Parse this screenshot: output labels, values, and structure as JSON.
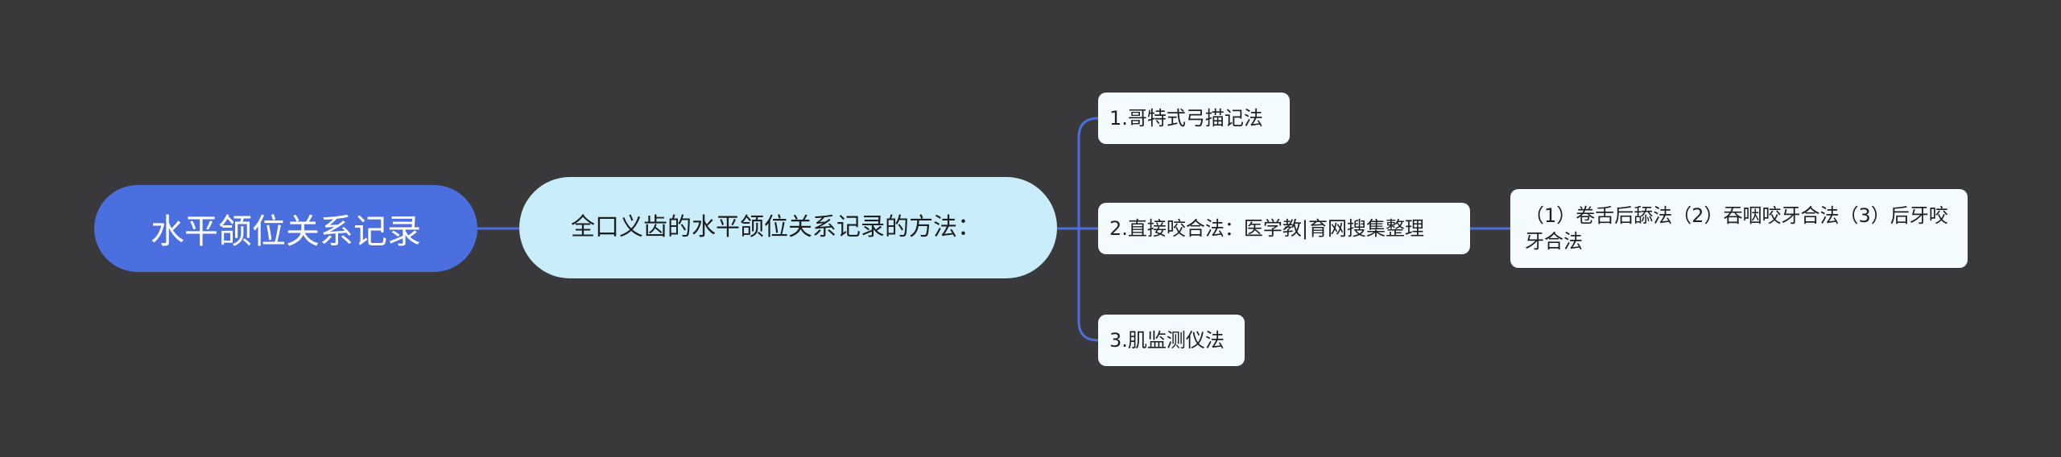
{
  "mindmap": {
    "root": {
      "label": "水平颌位关系记录"
    },
    "main": {
      "label": "全口义齿的水平颌位关系记录的方法："
    },
    "branches": [
      {
        "label": "1.哥特式弓描记法"
      },
      {
        "label": "2.直接咬合法：医学教|育网搜集整理"
      },
      {
        "label": "3.肌监测仪法"
      }
    ],
    "sub": {
      "label": "（1）卷舌后舔法（2）吞咽咬牙合法（3）后牙咬牙合法"
    }
  },
  "colors": {
    "background": "#39383a",
    "root_fill": "#4c6fe0",
    "main_fill": "#c9edfb",
    "leaf_fill": "#f4fbfe",
    "connector": "#4c6fe0"
  }
}
